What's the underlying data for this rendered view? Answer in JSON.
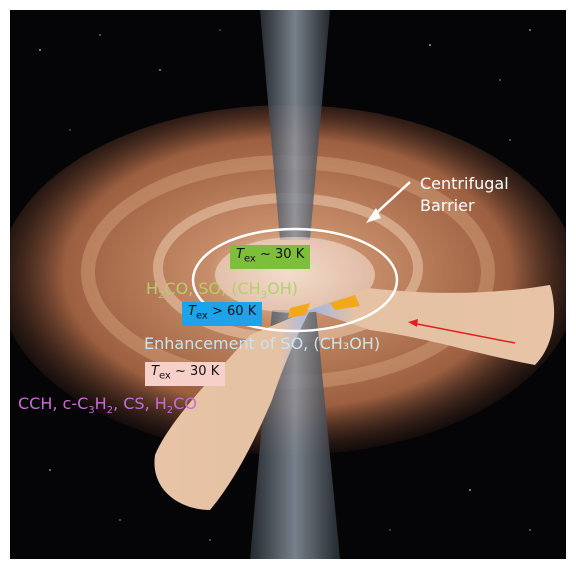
{
  "labels": {
    "centrifugal_line1": "Centrifugal",
    "centrifugal_line2": "Barrier",
    "tex_inner": "~ 30 K",
    "tex_hot": "> 60 K",
    "tex_outer": "~ 30 K",
    "tex_symbol": "T",
    "tex_sub": "ex",
    "enhancement": "Enhancement of SO, (CH₃OH)"
  },
  "colors": {
    "background": "#050507",
    "disk": "#b67a57",
    "envelope_cut": "#e8c3a5",
    "jet": "#5b6470",
    "barrier_ellipse": "#ffffff",
    "arrow_red": "#e02020",
    "hot_region": "#f2a81a"
  }
}
